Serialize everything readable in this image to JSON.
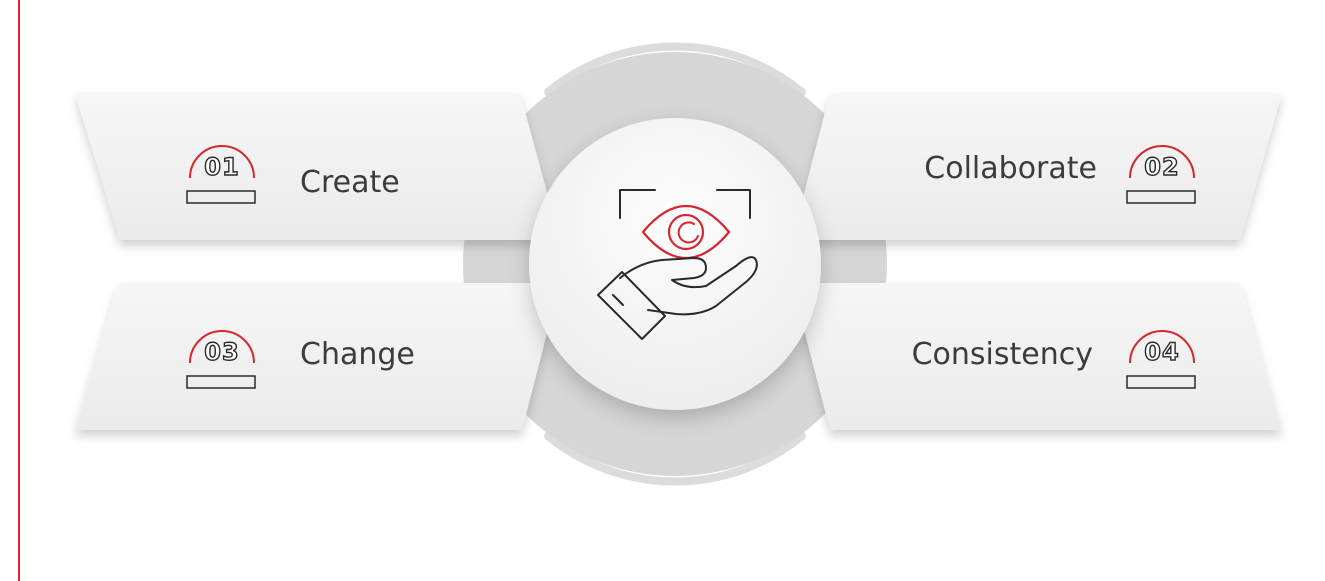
{
  "steps": [
    {
      "number": "01",
      "label": "Create"
    },
    {
      "number": "02",
      "label": "Collaborate"
    },
    {
      "number": "03",
      "label": "Change"
    },
    {
      "number": "04",
      "label": "Consistency"
    }
  ],
  "center_icon": "eye-in-hand-icon",
  "colors": {
    "accent": "#d7262f",
    "panel": "#f1f1f1",
    "ring": "#d6d6d6",
    "text": "#3c3c3c"
  }
}
